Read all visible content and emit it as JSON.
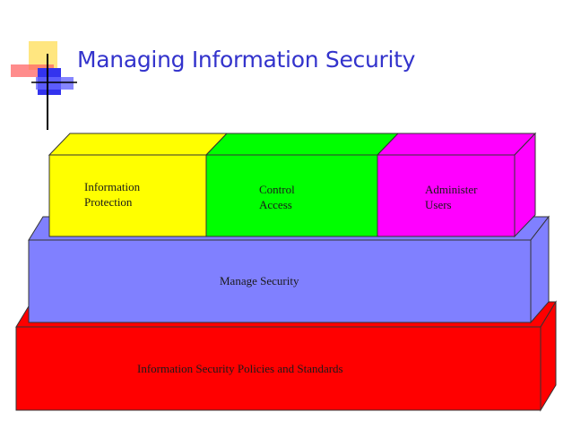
{
  "slide": {
    "title": "Managing Information Security"
  },
  "diagram": {
    "top_blocks": [
      {
        "line1": "Information",
        "line2": "Protection",
        "color": "#ffff00"
      },
      {
        "line1": "Control",
        "line2": "Access",
        "color": "#00ff00"
      },
      {
        "line1": "Administer",
        "line2": "Users",
        "color": "#ff00ff"
      }
    ],
    "middle_block": {
      "label": "Manage Security",
      "color": "#8080ff"
    },
    "base_block": {
      "label": "Information Security Policies and Standards",
      "color": "#ff0000"
    }
  },
  "decoration": {
    "colors": [
      "#ffe680",
      "#ff6666",
      "#3333ee",
      "#6666ff"
    ]
  }
}
